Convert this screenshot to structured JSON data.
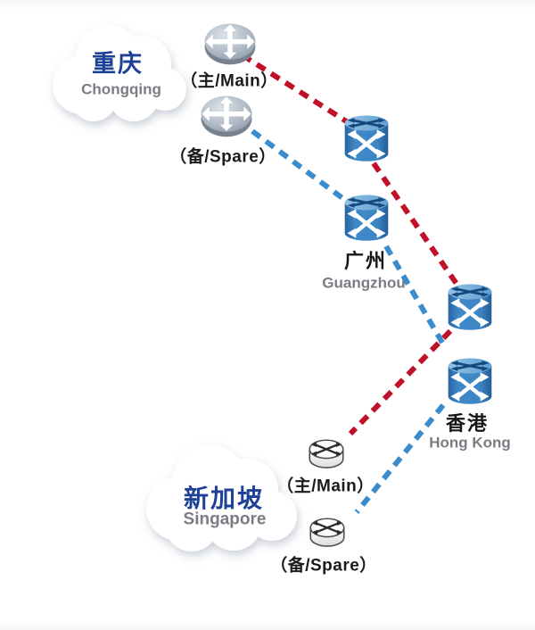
{
  "sites": {
    "chongqing": {
      "name_cn": "重庆",
      "name_en": "Chongqing"
    },
    "guangzhou": {
      "name_cn": "广州",
      "name_en": "Guangzhou"
    },
    "hongkong": {
      "name_cn": "香港",
      "name_en": "Hong Kong"
    },
    "singapore": {
      "name_cn": "新加坡",
      "name_en": "Singapore"
    }
  },
  "routers": {
    "chongqing_main_label": "（主/Main）",
    "chongqing_spare_label": "（备/Spare）",
    "singapore_main_label": "（主/Main）",
    "singapore_spare_label": "（备/Spare）"
  },
  "links": {
    "main_color": "#c01128",
    "spare_color": "#3a8ccd"
  },
  "icons": {
    "router": "router-icon (disk with 4-way white arrows)",
    "switch": "switch-icon (blue cylinder with crossed arrows)",
    "cloud": "cloud-icon (white network cloud)"
  }
}
